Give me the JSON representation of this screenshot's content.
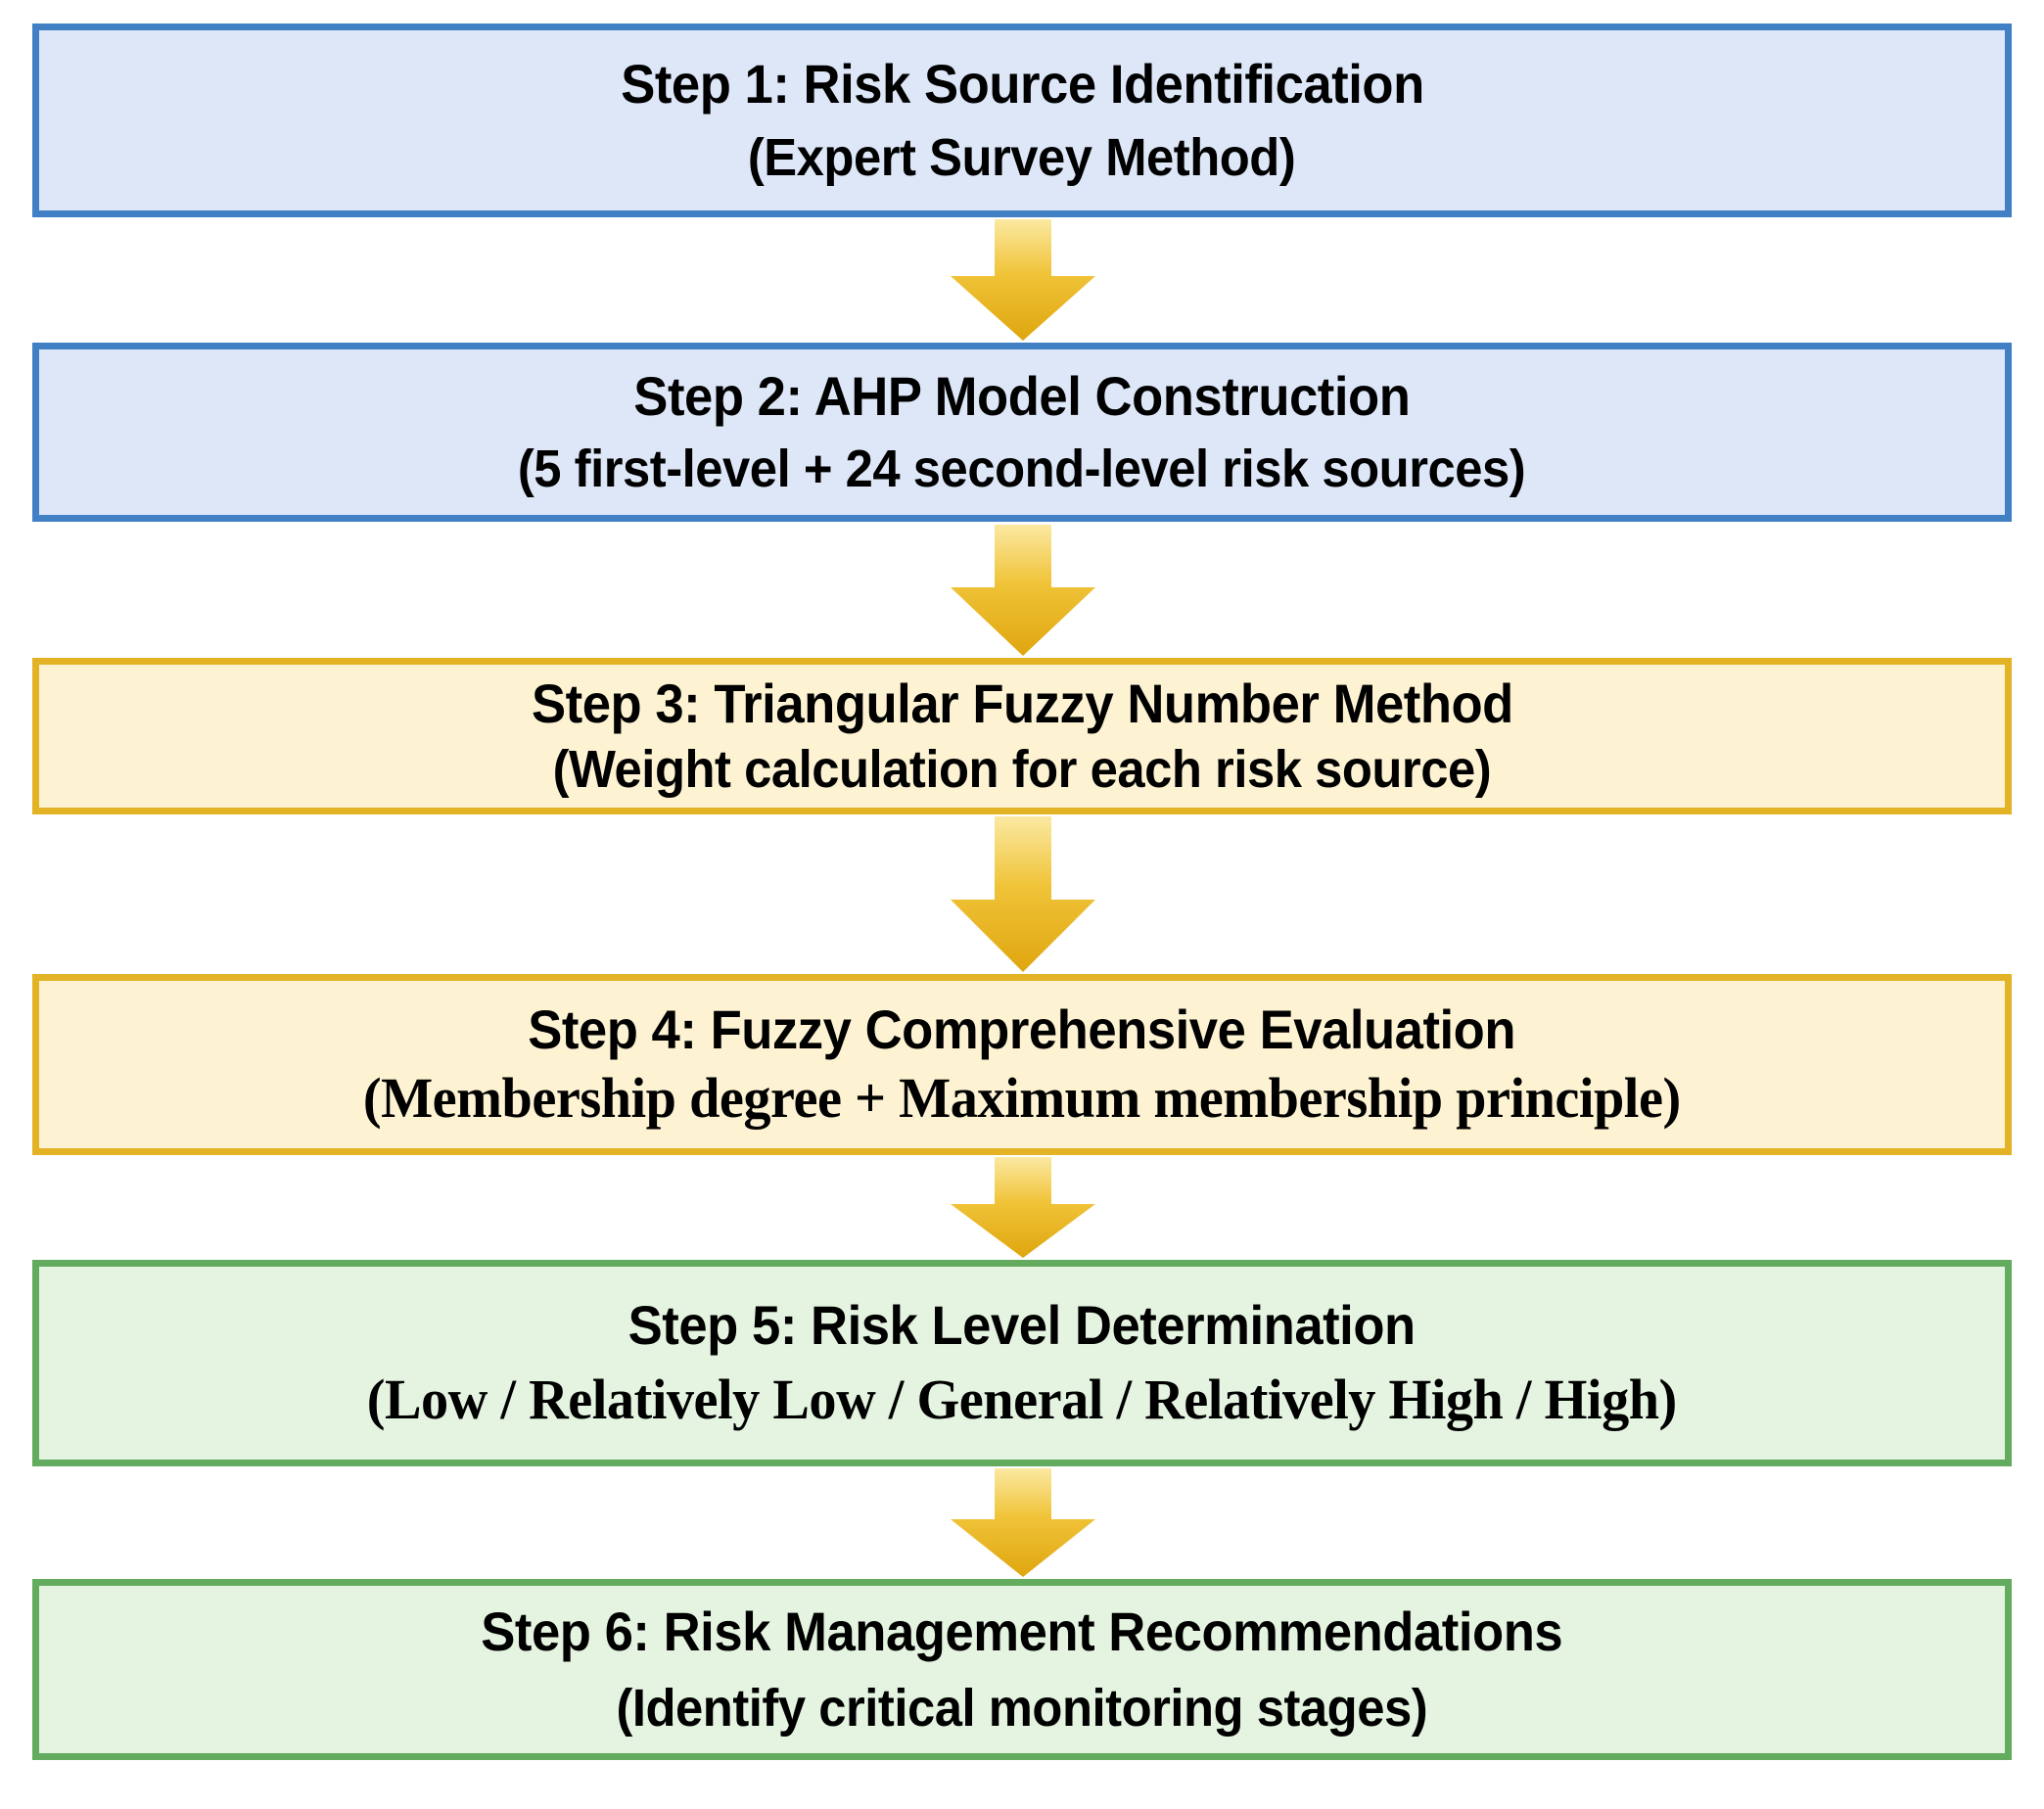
{
  "diagram": {
    "type": "flowchart",
    "orientation": "vertical-top-down",
    "background_color": "#FFFFFF",
    "arrow_count": 5,
    "arrow_color_top": "#F7DE7A",
    "arrow_color_bottom": "#E0A813",
    "steps": [
      {
        "id": "step-1",
        "title": "Step 1: Risk Source Identification",
        "subtitle": "(Expert Survey Method)",
        "group": "blue",
        "fill_color": "#DDE7F7",
        "border_color": "#4180C4"
      },
      {
        "id": "step-2",
        "title": "Step 2: AHP Model Construction",
        "subtitle": "(5 first-level + 24 second-level risk sources)",
        "group": "blue",
        "fill_color": "#DDE7F7",
        "border_color": "#4180C4"
      },
      {
        "id": "step-3",
        "title": "Step 3: Triangular Fuzzy Number Method",
        "subtitle": "(Weight calculation for each risk source)",
        "group": "gold",
        "fill_color": "#FDF3D3",
        "border_color": "#E3B325"
      },
      {
        "id": "step-4",
        "title": "Step 4: Fuzzy Comprehensive Evaluation",
        "subtitle": "(Membership degree + Maximum membership principle)",
        "group": "gold",
        "fill_color": "#FDF3D3",
        "border_color": "#E3B325"
      },
      {
        "id": "step-5",
        "title": "Step 5: Risk Level Determination",
        "subtitle": "(Low / Relatively Low / General / Relatively High / High)",
        "group": "green",
        "fill_color": "#E4F4E0",
        "border_color": "#63AB5E"
      },
      {
        "id": "step-6",
        "title": "Step 6: Risk Management Recommendations",
        "subtitle": "(Identify critical monitoring stages)",
        "group": "green",
        "fill_color": "#E4F4E0",
        "border_color": "#63AB5E"
      }
    ],
    "connectors": [
      {
        "id": "arrow-1",
        "from": "step-1",
        "to": "step-2",
        "glyph": "down-arrow"
      },
      {
        "id": "arrow-2",
        "from": "step-2",
        "to": "step-3",
        "glyph": "down-arrow"
      },
      {
        "id": "arrow-3",
        "from": "step-3",
        "to": "step-4",
        "glyph": "down-arrow"
      },
      {
        "id": "arrow-4",
        "from": "step-4",
        "to": "step-5",
        "glyph": "down-arrow"
      },
      {
        "id": "arrow-5",
        "from": "step-5",
        "to": "step-6",
        "glyph": "down-arrow"
      }
    ]
  }
}
